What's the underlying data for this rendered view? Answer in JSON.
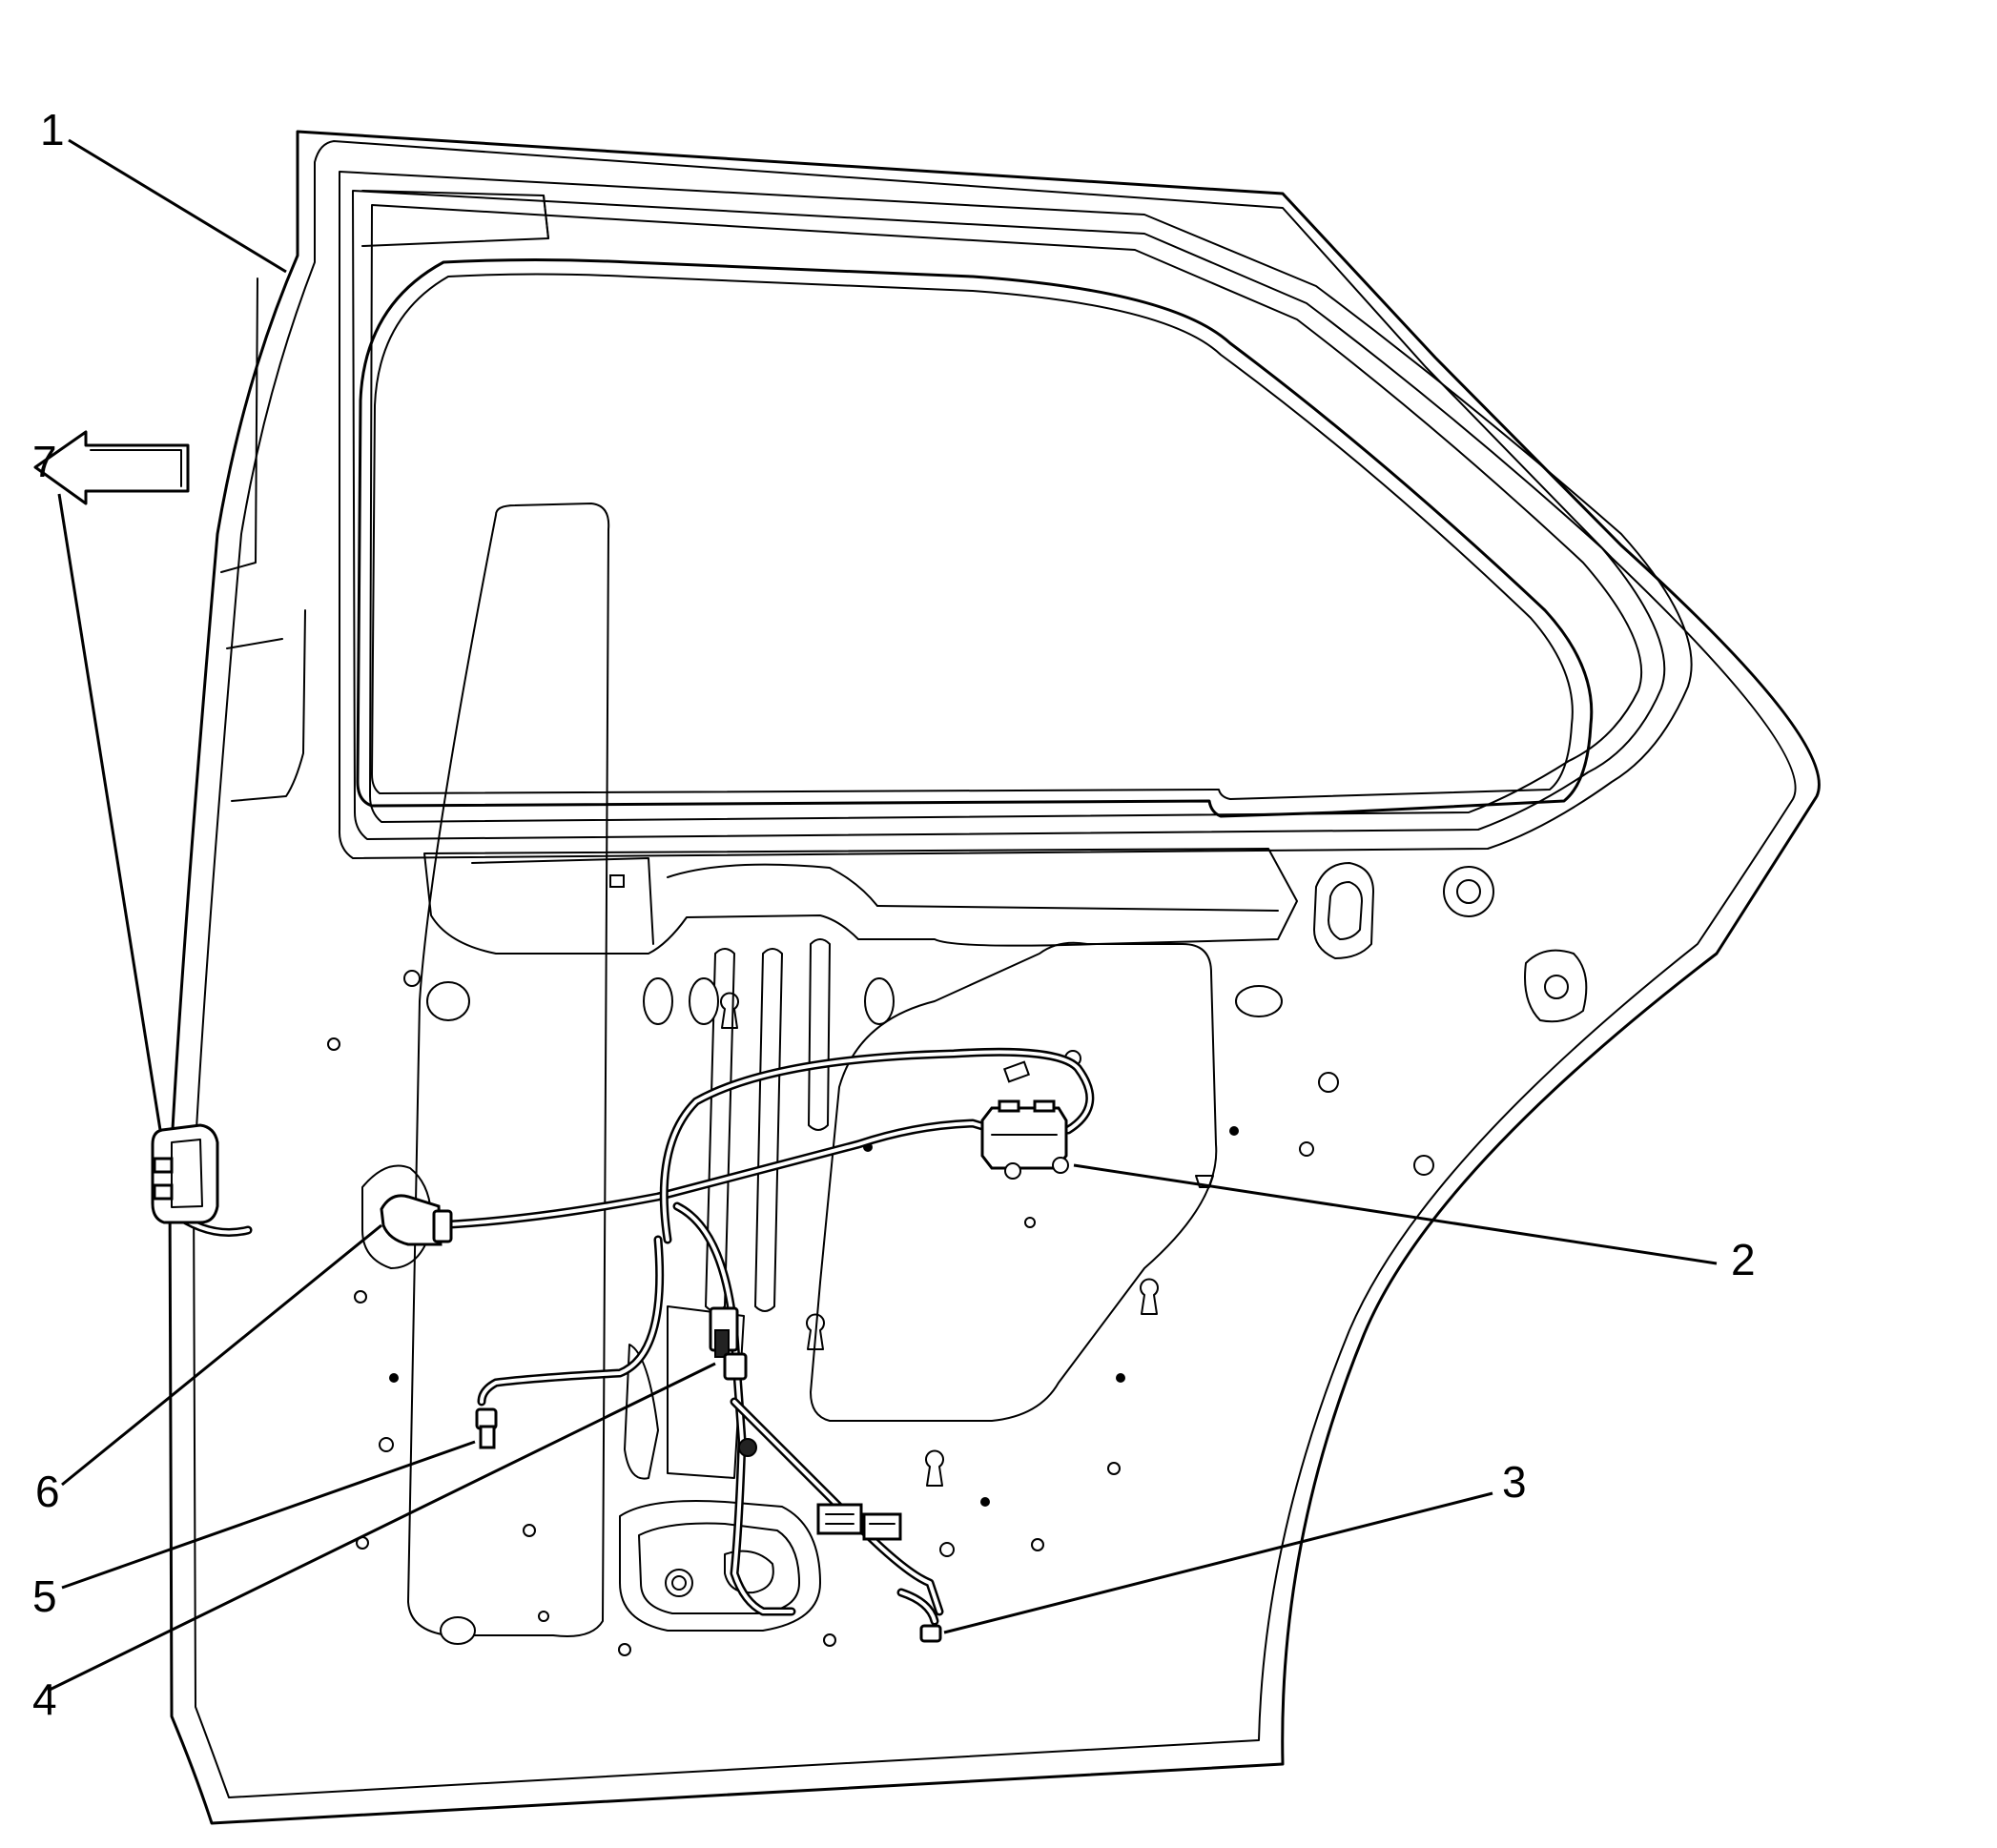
{
  "callouts": [
    {
      "id": "1",
      "text": "1"
    },
    {
      "id": "2",
      "text": "2"
    },
    {
      "id": "3",
      "text": "3"
    },
    {
      "id": "4",
      "text": "4"
    },
    {
      "id": "5",
      "text": "5"
    },
    {
      "id": "6",
      "text": "6"
    },
    {
      "id": "7",
      "text": "7"
    }
  ],
  "icons": {
    "direction": "arrow-left-icon"
  }
}
